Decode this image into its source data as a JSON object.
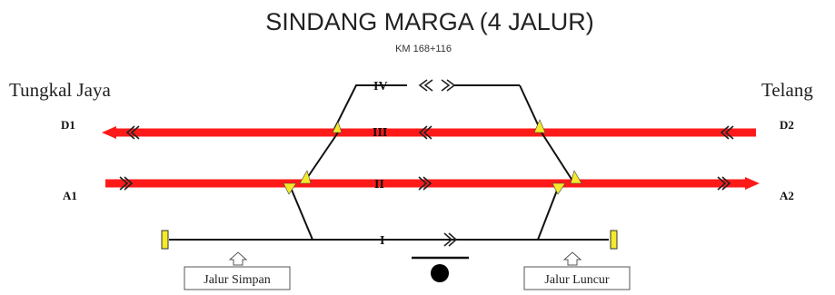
{
  "header": {
    "station_name": "SINDANG MARGA (4 JALUR)",
    "km": "KM 168+116"
  },
  "directions": {
    "west": "Tungkal Jaya",
    "east": "Telang"
  },
  "signals": {
    "d1": "D1",
    "d2": "D2",
    "a1": "A1",
    "a2": "A2"
  },
  "tracks": {
    "iv": "IV",
    "iii": "III",
    "ii": "II",
    "i": "I"
  },
  "labels": {
    "siding_left": "Jalur Simpan",
    "siding_right": "Jalur Luncur"
  },
  "colors": {
    "route_line": "#ff1a1a",
    "turnout": "#f4ea2a",
    "buffer": "#f4ea2a",
    "track": "#111111"
  }
}
